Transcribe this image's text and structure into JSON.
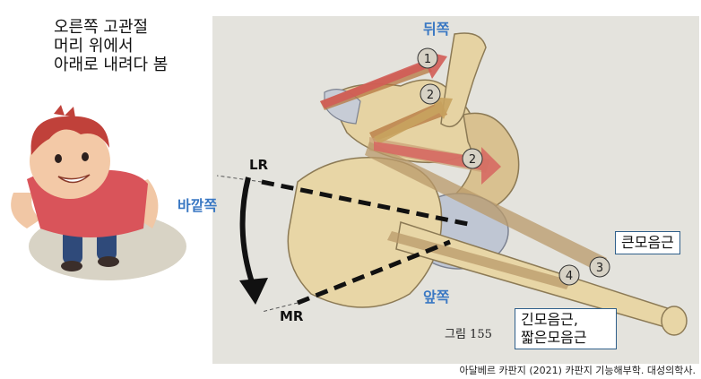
{
  "title_lines": [
    "오른쪽 고관절",
    "머리 위에서",
    "아래로 내려다 봄"
  ],
  "labels": {
    "back": "뒤쪽",
    "outer": "바깥쪽",
    "front": "앞쪽",
    "lr": "LR",
    "mr": "MR",
    "figure": "그림 155"
  },
  "muscle_numbers": [
    "1",
    "2",
    "2",
    "3",
    "4"
  ],
  "boxes": {
    "long_adductor_top": "큰모음근",
    "adductors_bottom": [
      "긴모음근,",
      "짧은모음근"
    ]
  },
  "caption": "아달베르 카판지 (2021) 카판지 기능해부학. 대성의학사."
}
